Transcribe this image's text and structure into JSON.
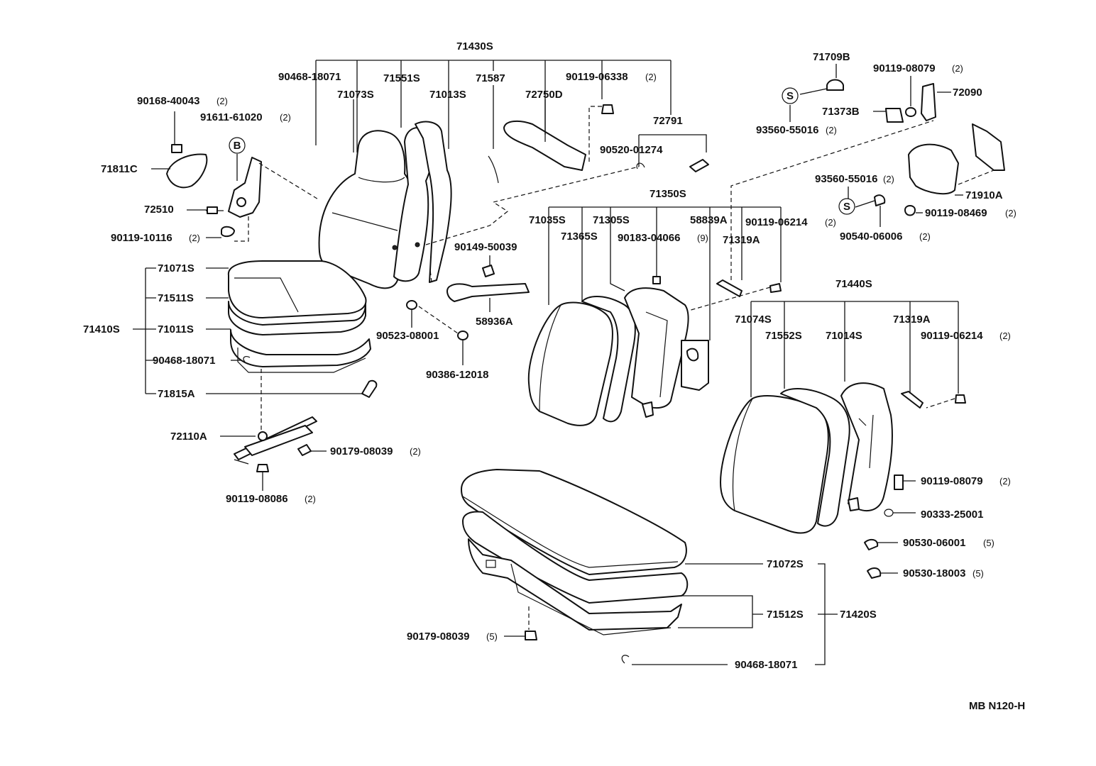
{
  "labels": {
    "p71430S": "71430S",
    "p90468_18071_a": "90468-18071",
    "p71073S": "71073S",
    "p71551S": "71551S",
    "p71013S": "71013S",
    "p71587": "71587",
    "p72750D": "72750D",
    "p90119_06338": "90119-06338",
    "p72791": "72791",
    "p90520_01274": "90520-01274",
    "p90168_40043": "90168-40043",
    "p91611_61020": "91611-61020",
    "p71811C": "71811C",
    "p72510": "72510",
    "p90119_10116": "90119-10116",
    "p71071S": "71071S",
    "p71511S": "71511S",
    "p71410S": "71410S",
    "p71011S": "71011S",
    "p90468_18071_b": "90468-18071",
    "p71815A": "71815A",
    "p72110A": "72110A",
    "p90179_08039_a": "90179-08039",
    "p90119_08086": "90119-08086",
    "p90149_50039": "90149-50039",
    "p58936A": "58936A",
    "p90523_08001": "90523-08001",
    "p90386_12018": "90386-12018",
    "p71350S": "71350S",
    "p71035S": "71035S",
    "p71305S": "71305S",
    "p58839A": "58839A",
    "p90119_06214_a": "90119-06214",
    "p71365S": "71365S",
    "p90183_04066": "90183-04066",
    "p71319A_a": "71319A",
    "p71709B": "71709B",
    "p90119_08079_a": "90119-08079",
    "p72090": "72090",
    "p71373B": "71373B",
    "p93560_55016_a": "93560-55016",
    "p93560_55016_b": "93560-55016",
    "p71910A": "71910A",
    "p90119_08469": "90119-08469",
    "p90540_06006": "90540-06006",
    "p71440S": "71440S",
    "p71074S": "71074S",
    "p71552S": "71552S",
    "p71014S": "71014S",
    "p71319A_b": "71319A",
    "p90119_06214_b": "90119-06214",
    "p90119_08079_b": "90119-08079",
    "p90333_25001": "90333-25001",
    "p90530_06001": "90530-06001",
    "p90530_18003": "90530-18003",
    "p71072S": "71072S",
    "p71512S": "71512S",
    "p71420S": "71420S",
    "p90179_08039_b": "90179-08039",
    "p90468_18071_c": "90468-18071"
  },
  "quantities": {
    "q90119_06338": "(2)",
    "q90168_40043": "(2)",
    "q91611_61020": "(2)",
    "q90119_10116": "(2)",
    "q90179_08039_a": "(2)",
    "q90119_08086": "(2)",
    "q90119_06214_a": "(2)",
    "q90183_04066": "(9)",
    "q90119_08079_a": "(2)",
    "q93560_55016_a": "(2)",
    "q93560_55016_b": "(2)",
    "q90119_08469": "(2)",
    "q90540_06006": "(2)",
    "q90119_06214_b": "(2)",
    "q90119_08079_b": "(2)",
    "q90530_06001": "(5)",
    "q90530_18003": "(5)",
    "q90179_08039_b": "(5)"
  },
  "symbols": {
    "b_marker": "B",
    "s_marker_a": "S",
    "s_marker_b": "S"
  },
  "footer": {
    "code": "MB  N120-H"
  }
}
